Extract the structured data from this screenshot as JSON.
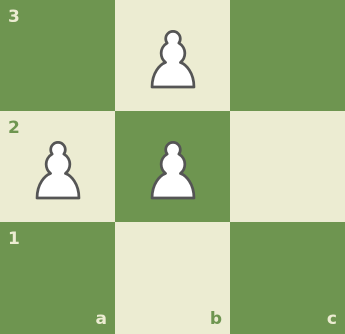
{
  "board": {
    "colors": {
      "dark": "#6e9550",
      "light": "#ececd2",
      "piece_fill": "#ffffff",
      "piece_stroke": "#555555"
    },
    "squares": [
      {
        "id": "a3",
        "shade": "dark",
        "rank_label": "3",
        "file_label": "",
        "piece": null
      },
      {
        "id": "b3",
        "shade": "light",
        "rank_label": "",
        "file_label": "",
        "piece": "white-pawn"
      },
      {
        "id": "c3",
        "shade": "dark",
        "rank_label": "",
        "file_label": "",
        "piece": null
      },
      {
        "id": "a2",
        "shade": "light",
        "rank_label": "2",
        "file_label": "",
        "piece": "white-pawn"
      },
      {
        "id": "b2",
        "shade": "dark",
        "rank_label": "",
        "file_label": "",
        "piece": "white-pawn"
      },
      {
        "id": "c2",
        "shade": "light",
        "rank_label": "",
        "file_label": "",
        "piece": null
      },
      {
        "id": "a1",
        "shade": "dark",
        "rank_label": "1",
        "file_label": "a",
        "piece": null
      },
      {
        "id": "b1",
        "shade": "light",
        "rank_label": "",
        "file_label": "b",
        "piece": null
      },
      {
        "id": "c1",
        "shade": "dark",
        "rank_label": "",
        "file_label": "c",
        "piece": null
      }
    ]
  }
}
